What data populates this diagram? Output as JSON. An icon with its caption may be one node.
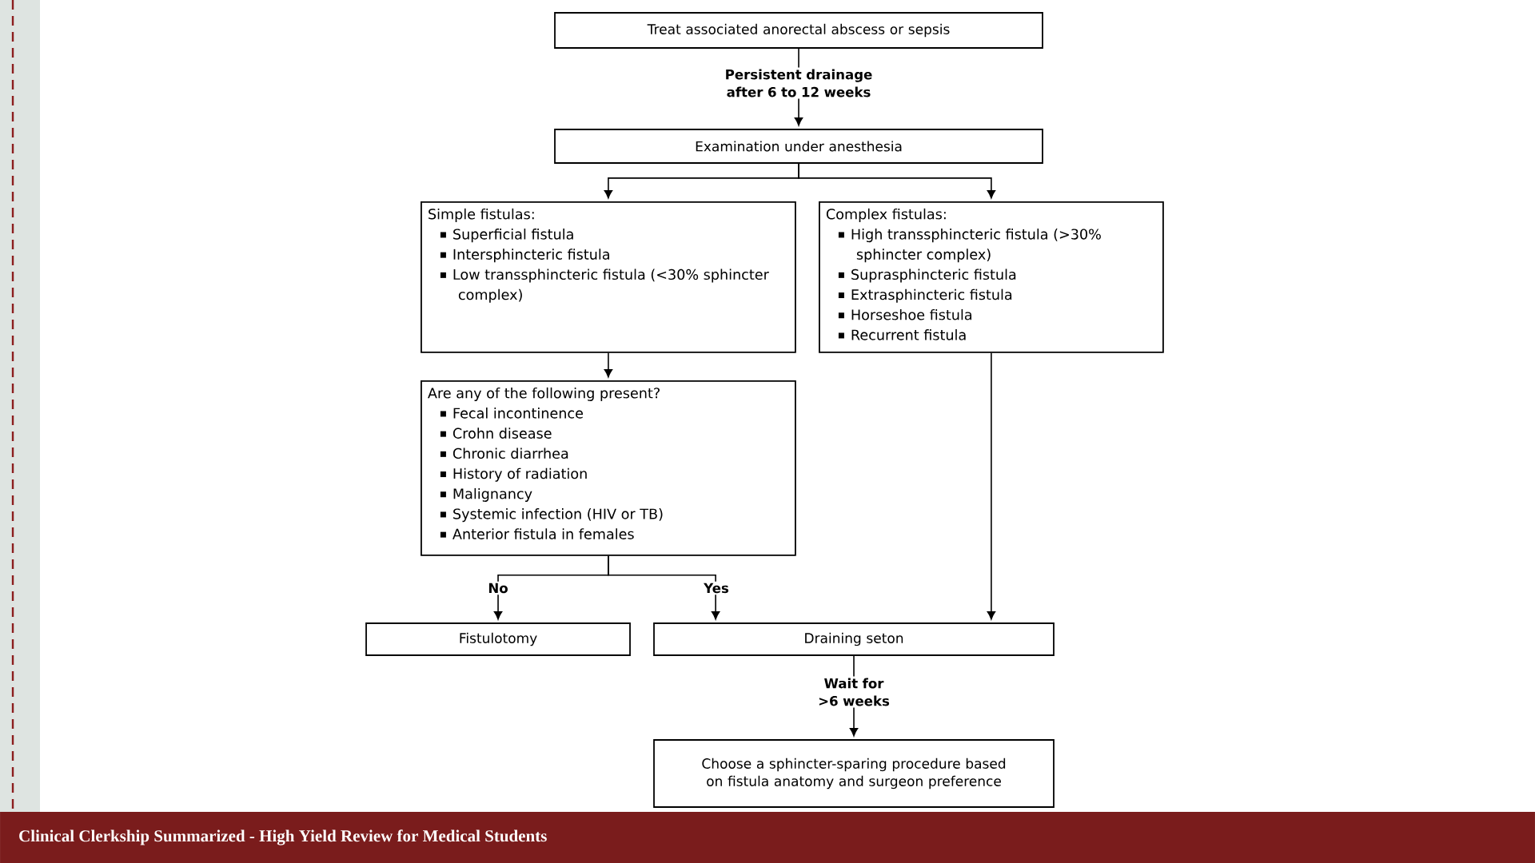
{
  "diagram": {
    "nodes": [
      {
        "text": [
          "Treat associated anorectal abscess or sepsis"
        ]
      },
      {
        "text": [
          "Examination under anesthesia"
        ]
      },
      {
        "text": [
          "Simple fistulas:",
          "Superficial fistula",
          "Intersphincteric fistula",
          "Low transsphincteric fistula (<30% sphincter complex)"
        ]
      },
      {
        "text": [
          "Complex fistulas:",
          "High transsphincteric fistula (>30% sphincter complex)",
          "Suprasphincteric fistula",
          "Extrasphincteric fistula",
          "Horseshoe fistula",
          "Recurrent fistula"
        ]
      },
      {
        "text": [
          "Are any of the following present?",
          "Fecal incontinence",
          "Crohn disease",
          "Chronic diarrhea",
          "History of radiation",
          "Malignancy",
          "Systemic infection (HIV or TB)",
          "Anterior fistula in females"
        ]
      },
      {
        "text": [
          "Fistulotomy"
        ]
      },
      {
        "text": [
          "Draining seton"
        ]
      },
      {
        "text": [
          "Choose a sphincter-sparing procedure based on fistula anatomy and surgeon preference"
        ]
      }
    ],
    "edges": [
      {
        "from": 0,
        "to": 1,
        "arrow": "to",
        "label": "Persistent drainage after 6 to 12 weeks"
      },
      {
        "from": 1,
        "to": 2,
        "arrow": "to"
      },
      {
        "from": 1,
        "to": 3,
        "arrow": "to"
      },
      {
        "from": 2,
        "to": 4,
        "arrow": "to"
      },
      {
        "from": 3,
        "to": 6,
        "arrow": "to"
      },
      {
        "from": 4,
        "to": 5,
        "arrow": "to",
        "label": "No"
      },
      {
        "from": 4,
        "to": 6,
        "arrow": "to",
        "label": "Yes"
      },
      {
        "from": 6,
        "to": 7,
        "arrow": "to",
        "label": "Wait for >6 weeks"
      }
    ],
    "labels": [
      "Clinical Clerkship Summarized - High Yield Review for Medical Students"
    ]
  }
}
